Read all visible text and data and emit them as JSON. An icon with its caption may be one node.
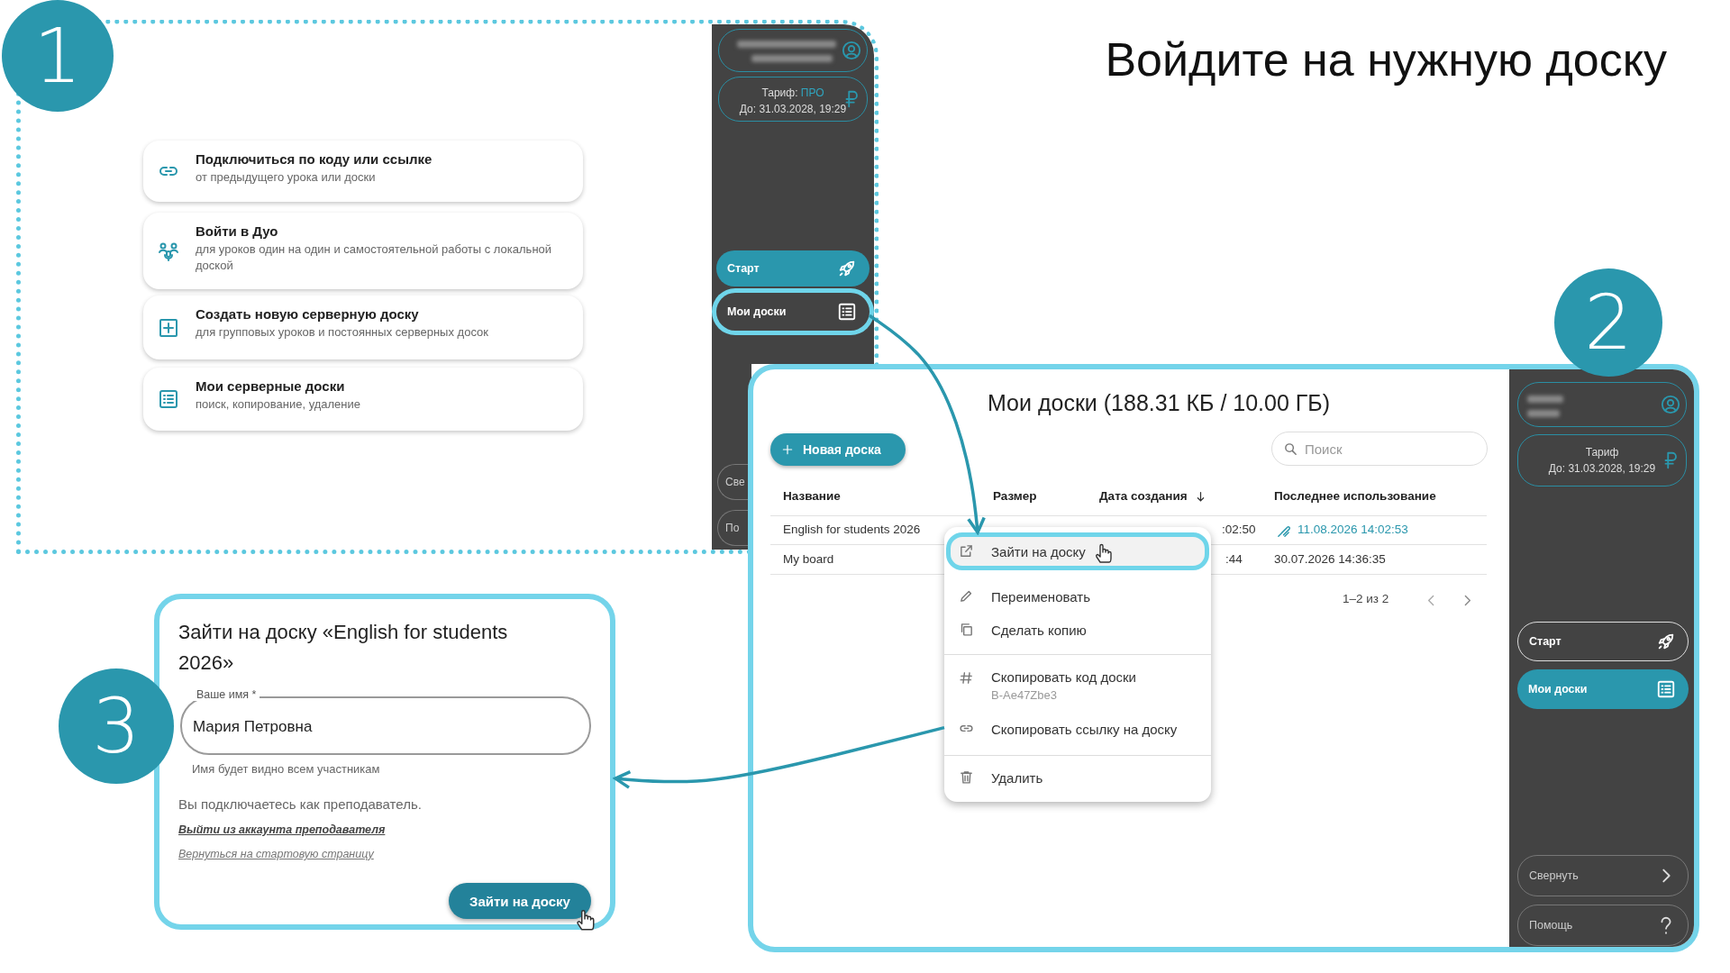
{
  "diagram": {
    "title": "Войдите на нужную доску",
    "nodes": [
      {
        "text": [
          "1"
        ]
      },
      {
        "text": [],
        "shape": "box"
      },
      {
        "text": [
          "Подключиться по коду или ссылке",
          "от предыдущего урока или доски"
        ],
        "in": 1
      },
      {
        "text": [
          "Войти в Дуо",
          "для уроков один на один и самостоятельной работы с локальной доской"
        ],
        "in": 1
      },
      {
        "text": [
          "Создать новую серверную доску",
          "для групповых уроков и постоянных серверных досок"
        ],
        "in": 1
      },
      {
        "text": [
          "Мои серверные доски",
          "поиск, копирование, удаление"
        ],
        "in": 1
      },
      {
        "text": [],
        "shape": "box",
        "in": 1
      },
      {
        "text": [],
        "shape": "box",
        "in": 6
      },
      {
        "text": [
          "Тариф:",
          "ПРО",
          "До: 31.03.2028, 19:29"
        ],
        "in": 6
      },
      {
        "text": [
          "Старт"
        ],
        "in": 6
      },
      {
        "text": [
          "Мои доски"
        ],
        "in": 6
      },
      {
        "text": [
          "Све"
        ],
        "in": 1
      },
      {
        "text": [
          "По"
        ],
        "in": 1
      },
      {
        "text": [
          "2"
        ]
      },
      {
        "text": [
          "Мои доски (188.31 КБ / 10.00 ГБ)"
        ]
      },
      {
        "text": [
          "Новая доска"
        ],
        "in": 14
      },
      {
        "text": [
          "Поиск"
        ],
        "in": 14
      },
      {
        "text": [],
        "shape": "box",
        "in": 14
      },
      {
        "text": [
          "Зайти на доску"
        ],
        "in": 17
      },
      {
        "text": [
          "Переименовать"
        ],
        "in": 17
      },
      {
        "text": [
          "Сделать копию"
        ],
        "in": 17
      },
      {
        "text": [
          "Скопировать код доски",
          "B-Ae47Zbe3"
        ],
        "in": 17
      },
      {
        "text": [
          "Скопировать ссылку на доску"
        ],
        "in": 17
      },
      {
        "text": [
          "Удалить"
        ],
        "in": 17
      },
      {
        "text": [],
        "shape": "box",
        "in": 14
      },
      {
        "text": [],
        "shape": "box",
        "in": 24
      },
      {
        "text": [
          "Тариф",
          "До: 31.03.2028, 19:29"
        ],
        "in": 24
      },
      {
        "text": [
          "Старт"
        ],
        "in": 24
      },
      {
        "text": [
          "Мои доски"
        ],
        "in": 24
      },
      {
        "text": [
          "Свернуть"
        ],
        "in": 24
      },
      {
        "text": [
          "Помощь"
        ],
        "in": 24
      },
      {
        "text": [
          "3"
        ]
      },
      {
        "text": [
          "Зайти на доску «English for students 2026»"
        ]
      },
      {
        "text": [
          "Ваше имя *",
          "Мария Петровна"
        ],
        "in": 32
      },
      {
        "text": [
          "Зайти на доску"
        ],
        "in": 32
      }
    ],
    "edges": [
      {
        "from": 10,
        "to": 18,
        "arrow": "to"
      },
      {
        "from": 17,
        "to": 32,
        "arrow": "to"
      }
    ],
    "labels": [
      "Название",
      "Размер",
      "Дата создания",
      "Последнее использование",
      "English for students 2026",
      ":02:50",
      "11.08.2026 14:02:53",
      "My board",
      ":44",
      "30.07.2026 14:36:35",
      "1–2 из 2",
      "Имя будет видно всем участникам",
      "Вы подключаетесь как преподаватель.",
      "Выйти из аккаунта преподавателя",
      "Вернуться на стартовую страницу"
    ]
  }
}
